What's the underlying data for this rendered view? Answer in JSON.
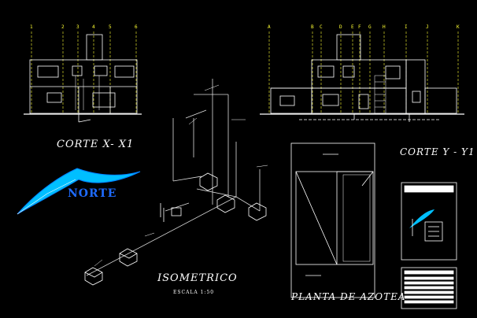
{
  "drawing": {
    "colors": {
      "background": "#000000",
      "lines": "#ffffff",
      "axes": "#ffff33",
      "pipes": "#dddddd",
      "north_fill": "#00bfff",
      "north_text": "#1e6bff"
    },
    "section_x1": {
      "title": "CORTE X- X1",
      "axis_labels": [
        "1",
        "2",
        "3",
        "4",
        "5",
        "6"
      ]
    },
    "section_y1": {
      "title": "CORTE Y - Y1",
      "axis_labels": [
        "A",
        "B",
        "C",
        "D",
        "E",
        "F",
        "G",
        "H",
        "I",
        "J",
        "K"
      ]
    },
    "north_arrow": {
      "label": "NORTE"
    },
    "isometric": {
      "title": "ISOMETRICO",
      "scale": "ESCALA 1:50"
    },
    "roof_plan": {
      "title": "PLANTA DE AZOTEA"
    }
  }
}
